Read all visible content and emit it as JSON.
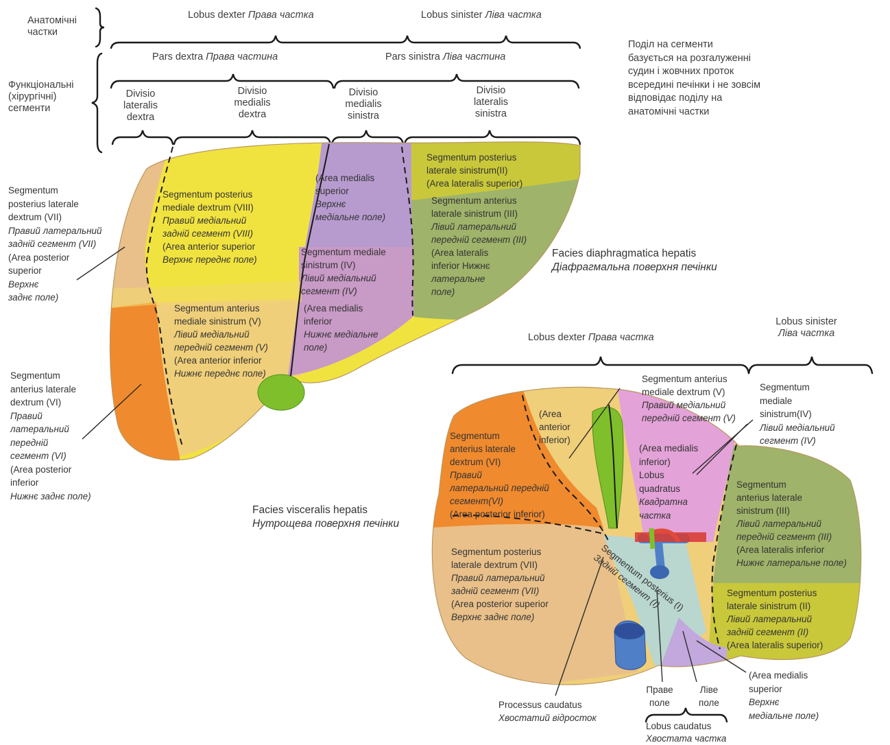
{
  "colors": {
    "seg_I": "#b9d6cf",
    "seg_II": "#c9c83a",
    "seg_III": "#9fb36a",
    "seg_IV": "#c89ac6",
    "seg_IV_upper": "#b79bcf",
    "seg_V": "#f0cf7a",
    "seg_VI": "#f08a2e",
    "seg_VII": "#e9c08a",
    "seg_VIII": "#f1e33f",
    "gallbladder": "#7fbf2b",
    "portal_vein": "#4f7fc7",
    "artery": "#d93a2e"
  },
  "header": {
    "anatomical_parts": [
      "Анатомічні",
      "частки"
    ],
    "functional_segments": [
      "Функціональні",
      "(хірургічні)",
      "сегменти"
    ],
    "lobus_dexter": "Lobus dexter",
    "lobus_dexter_ua": "Права частка",
    "lobus_sinister": "Lobus sinister",
    "lobus_sinister_ua": "Ліва частка",
    "pars_dextra": "Pars dextra",
    "pars_dextra_ua": "Права частина",
    "pars_sinistra": "Pars sinistra",
    "pars_sinistra_ua": "Ліва частина",
    "divisio_lateralis_dextra": [
      "Divisio",
      "lateralis",
      "dextra"
    ],
    "divisio_medialis_dextra": [
      "Divisio",
      "medialis",
      "dextra"
    ],
    "divisio_medialis_sinistra": [
      "Divisio",
      "medialis",
      "sinistra"
    ],
    "divisio_lateralis_sinistra": [
      "Divisio",
      "lateralis",
      "sinistra"
    ],
    "note": [
      "Поділ на сегменти",
      "базується на розгалуженні",
      "судин і жовчних проток",
      "всередині печінки і не зовсім",
      "відповідає поділу на",
      "анатомічні частки"
    ]
  },
  "diaphragmatic": {
    "title": "Facies diaphragmatica hepatis",
    "title_ua": "Діафрагмальна поверхня печінки",
    "seg_VIII": [
      "Segmentum posterius",
      "mediale dextrum (VIII)",
      "Правий медіальний",
      "задній сегмент (VIII)",
      "(Area anterior superior",
      "Верхнє переднє поле)"
    ],
    "seg_IV_sup": [
      "(Area medialis",
      "superior",
      "Верхнє",
      "медіальне поле)"
    ],
    "seg_IV": [
      "Segmentum mediale",
      "sinistrum (IV)",
      "Лівий медіальний",
      "сегмент (IV)"
    ],
    "seg_IV_inf": [
      "(Area medialis",
      "inferior",
      "Нижнє медіальне",
      "поле)"
    ],
    "seg_II": [
      "Segmentum posterius",
      "laterale sinistrum(II)",
      "(Area lateralis superior)"
    ],
    "seg_III": [
      "Segmentum anterius",
      "laterale sinistrum (III)",
      "Лівий латеральний",
      "передній сегмент (III)",
      "(Area lateralis",
      "inferior Нижнє",
      "латеральне",
      "поле)"
    ],
    "seg_V": [
      "Segmentum anterius",
      "mediale sinistrum (V)",
      "Лівий медіальний",
      "передній сегмент (V)",
      "(Area anterior inferior",
      "Нижнє переднє поле)"
    ],
    "seg_VII": [
      "Segmentum",
      "posterius laterale",
      "dextrum (VII)",
      "Правий латеральний",
      "задній сегмент (VII)",
      "(Area posterior",
      "superior",
      "Верхнє",
      "заднє поле)"
    ],
    "seg_VI": [
      "Segmentum",
      "anterius laterale",
      "dextrum (VI)",
      "Правий",
      "латеральний",
      "передній",
      "сегмент (VI)",
      "(Area posterior",
      "inferior",
      "Нижнє заднє поле)"
    ]
  },
  "visceral": {
    "title": "Facies visceralis hepatis",
    "title_ua": "Нутрощева поверхня печінки",
    "lobus_dexter": "Lobus dexter",
    "lobus_dexter_ua": "Права частка",
    "lobus_sinister": "Lobus sinister",
    "lobus_sinister_ua": "Ліва частка",
    "seg_V": [
      "Segmentum anterius",
      "mediale dextrum (V)",
      "Правий медіальний",
      "передній сегмент (V)"
    ],
    "seg_IV": [
      "Segmentum",
      "mediale",
      "sinistrum(IV)",
      "Лівий медіальний",
      "сегмент (IV)"
    ],
    "area_ant_inf": [
      "(Area",
      "anterior",
      "inferior)"
    ],
    "seg_VI": [
      "Segmentum",
      "anterius laterale",
      "dextrum (VI)",
      "Правий",
      "латеральний передній",
      "сегмент(VI)",
      "(Area posterior inferior)"
    ],
    "quadratus": [
      "(Area medialis",
      "inferior)",
      "Lobus",
      "quadratus",
      "Квадратна",
      "частка"
    ],
    "seg_III": [
      "Segmentum",
      "anterius laterale",
      "sinistrum (III)",
      "Лівий латеральний",
      "передній сегмент (III)",
      "(Area lateralis inferior",
      "Нижнє латеральне поле)"
    ],
    "seg_VII": [
      "Segmentum posterius",
      "laterale dextrum (VII)",
      "Правий латеральний",
      "задній сегмент (VII)",
      "(Area posterior superior",
      "Верхнє заднє поле)"
    ],
    "seg_I": [
      "Segmentum posterius (I)",
      "Задній сегмент (I)"
    ],
    "seg_II": [
      "Segmentum posterius",
      "laterale sinistrum (II)",
      "Лівий латеральний",
      "задній сегмент (II)",
      "(Area lateralis superior)"
    ],
    "area_med_sup": [
      "(Area medialis",
      "superior",
      "Верхнє",
      "медіальне поле)"
    ],
    "processus": "Processus caudatus",
    "processus_ua": "Хвостатий відросток",
    "right_field": [
      "Праве",
      "поле"
    ],
    "left_field": [
      "Ліве",
      "поле"
    ],
    "lobus_caudatus": "Lobus caudatus",
    "lobus_caudatus_ua": "Хвостата частка"
  }
}
